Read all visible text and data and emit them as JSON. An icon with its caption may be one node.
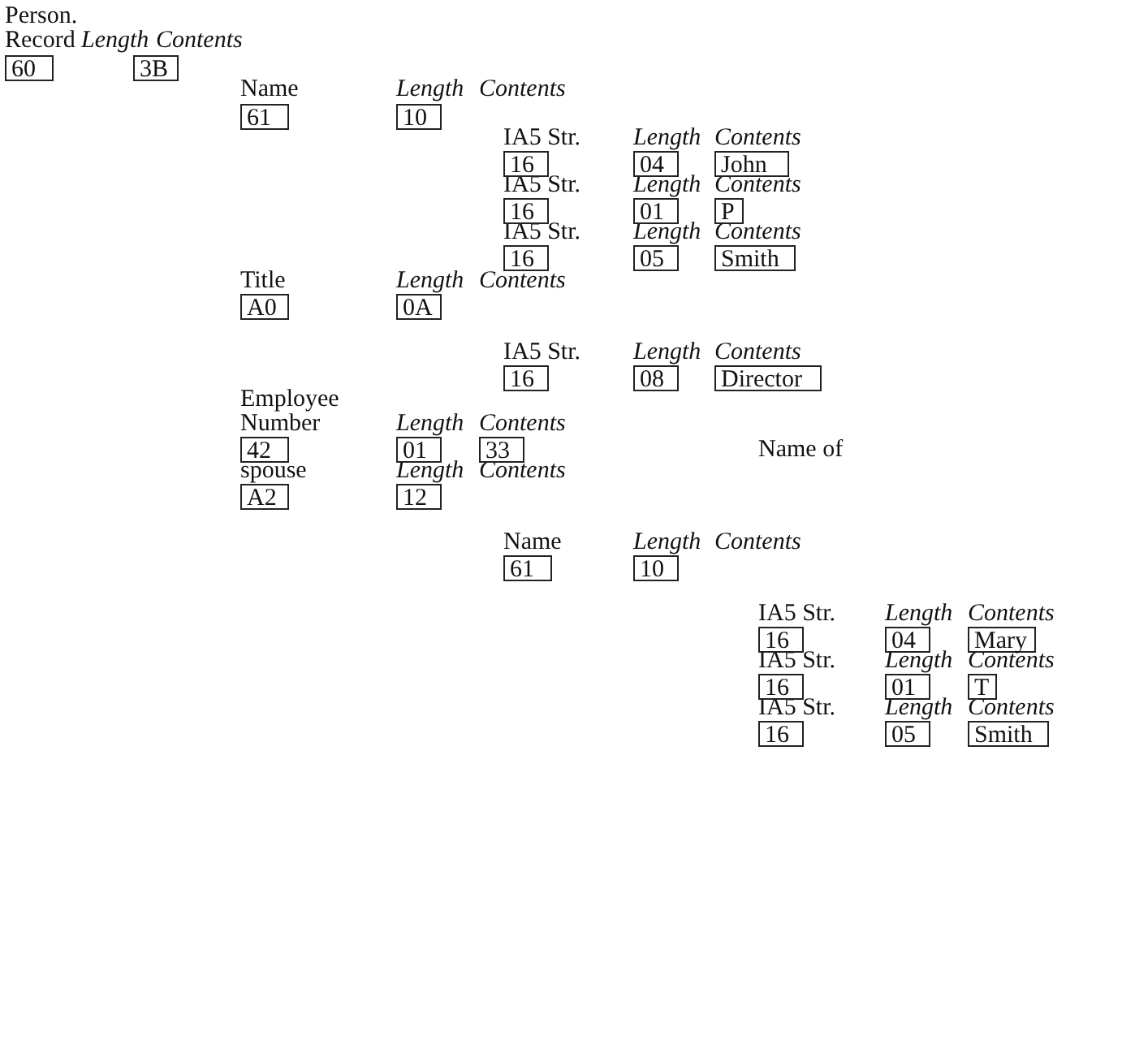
{
  "diagram": {
    "nodes": [
      {
        "text": [
          "60"
        ]
      },
      {
        "text": [
          "3B"
        ]
      },
      {
        "text": [
          "61"
        ]
      },
      {
        "text": [
          "10"
        ]
      },
      {
        "text": [
          "16"
        ]
      },
      {
        "text": [
          "04"
        ]
      },
      {
        "text": [
          "John"
        ]
      },
      {
        "text": [
          "16"
        ]
      },
      {
        "text": [
          "01"
        ]
      },
      {
        "text": [
          "P"
        ]
      },
      {
        "text": [
          "16"
        ]
      },
      {
        "text": [
          "05"
        ]
      },
      {
        "text": [
          "Smith"
        ]
      },
      {
        "text": [
          "A0"
        ]
      },
      {
        "text": [
          "0A"
        ]
      },
      {
        "text": [
          "16"
        ]
      },
      {
        "text": [
          "08"
        ]
      },
      {
        "text": [
          "Director"
        ]
      },
      {
        "text": [
          "42"
        ]
      },
      {
        "text": [
          "01"
        ]
      },
      {
        "text": [
          "33"
        ]
      },
      {
        "text": [
          "A2"
        ]
      },
      {
        "text": [
          "12"
        ]
      },
      {
        "text": [
          "61"
        ]
      },
      {
        "text": [
          "10"
        ]
      },
      {
        "text": [
          "16"
        ]
      },
      {
        "text": [
          "04"
        ]
      },
      {
        "text": [
          "Mary"
        ]
      },
      {
        "text": [
          "16"
        ]
      },
      {
        "text": [
          "01"
        ]
      },
      {
        "text": [
          "T"
        ]
      },
      {
        "text": [
          "16"
        ]
      },
      {
        "text": [
          "05"
        ]
      },
      {
        "text": [
          "Smith"
        ]
      }
    ],
    "labels": [
      "Person. Record",
      "Length",
      "Contents",
      "Name",
      "Length",
      "Contents",
      "IA5 Str.",
      "Length",
      "Contents",
      "IA5 Str.",
      "Length",
      "Contents",
      "IA5 Str.",
      "Length",
      "Contents",
      "Title",
      "Length",
      "Contents",
      "IA5 Str.",
      "Length",
      "Contents",
      "Employee Number",
      "Length",
      "Contents",
      "Name of",
      "spouse",
      "Length",
      "Contents",
      "Name",
      "Length",
      "Contents",
      "IA5 Str.",
      "Length",
      "Contents",
      "IA5 Str.",
      "Length",
      "Contents",
      "IA5 Str.",
      "Length",
      "Contents"
    ]
  }
}
